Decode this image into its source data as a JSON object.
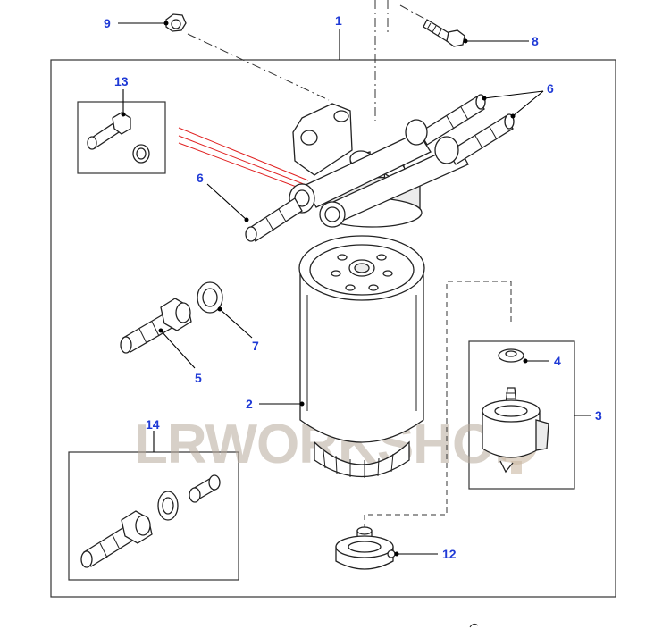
{
  "callouts": {
    "c1": "1",
    "c2": "2",
    "c3": "3",
    "c4": "4",
    "c5": "5",
    "c6a": "6",
    "c6b": "6",
    "c7": "7",
    "c8": "8",
    "c9": "9",
    "c12": "12",
    "c13": "13",
    "c14": "14"
  },
  "watermark": "LRWORKSHOP",
  "colors": {
    "callout_text": "#1f3ad6",
    "leader_line": "#000000",
    "highlight_line": "#e02020",
    "watermark": "#b7a99a"
  }
}
